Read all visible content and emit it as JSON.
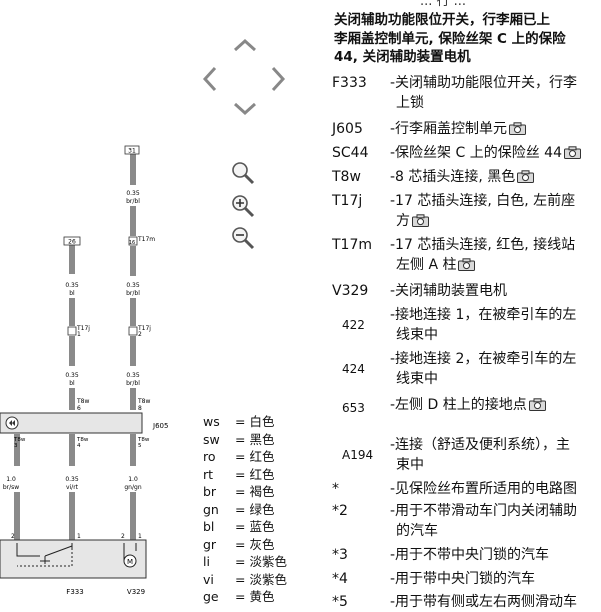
{
  "diagram": {
    "labels": {
      "t31": "31",
      "t26": "26",
      "t17m": "T17m",
      "t17m_pin": "16",
      "w1_size": "0.35",
      "w1_color": "br/bl",
      "w2_size": "0.35",
      "w2_color": "bl",
      "w3_size": "0.35",
      "w3_color": "br/bl",
      "t17j_a": "T17j",
      "t17j_a_pin": "1",
      "t17j_b": "T17j",
      "t17j_b_pin": "2",
      "w4_size": "0.35",
      "w4_color": "bl",
      "w5_size": "0.35",
      "w5_color": "br/bl",
      "t8w_1": "T8w",
      "t8w_1_pin": "6",
      "t8w_2": "T8w",
      "t8w_2_pin": "8",
      "j605": "J605",
      "t8w_3": "T8w",
      "t8w_3_pin": "3",
      "t8w_4": "T8w",
      "t8w_4_pin": "4",
      "t8w_5": "T8w",
      "t8w_5_pin": "5",
      "w6_size": "1.0",
      "w6_color": "br/sw",
      "w7_size": "0.35",
      "w7_color": "vi/rt",
      "w8_size": "1.0",
      "w8_color": "gn/gn",
      "f333": "F333",
      "v329": "V329",
      "p2": "2",
      "p1": "1",
      "p2b": "2",
      "p1b": "1"
    }
  },
  "nav": {
    "up_icon": "chevron-up-icon",
    "left_icon": "chevron-left-icon",
    "right_icon": "chevron-right-icon",
    "down_icon": "chevron-down-icon",
    "zoom_fit_icon": "zoom-icon",
    "zoom_in_icon": "zoom-in-icon",
    "zoom_out_icon": "zoom-out-icon"
  },
  "legend": [
    {
      "code": "ws",
      "name": "= 白色"
    },
    {
      "code": "sw",
      "name": "= 黑色"
    },
    {
      "code": "ro",
      "name": "= 红色"
    },
    {
      "code": "rt",
      "name": "= 红色"
    },
    {
      "code": "br",
      "name": "= 褐色"
    },
    {
      "code": "gn",
      "name": "= 绿色"
    },
    {
      "code": "bl",
      "name": "= 蓝色"
    },
    {
      "code": "gr",
      "name": "= 灰色"
    },
    {
      "code": "li",
      "name": "= 淡紫色"
    },
    {
      "code": "vi",
      "name": "= 淡紫色"
    },
    {
      "code": "ge",
      "name": "= 黄色"
    }
  ],
  "right": {
    "cut_top": "... 行 ...",
    "title_lines": [
      "关闭辅助功能限位开关，行李厢已上",
      "李厢盖控制单元, 保险丝架 C 上的保险",
      "44, 关闭辅助装置电机"
    ],
    "entries": [
      {
        "code": "F333",
        "l1": "-关闭辅助功能限位开关，行李",
        "l2": "上锁",
        "cam": false
      },
      {
        "code": "J605",
        "l1": "-行李厢盖控制单元",
        "l2": "",
        "cam": true
      },
      {
        "code": "SC44",
        "l1": "-保险丝架 C 上的保险丝 44",
        "l2": "",
        "cam": true
      },
      {
        "code": "T8w",
        "l1": "-8 芯插头连接, 黑色",
        "l2": "",
        "cam": true
      },
      {
        "code": "T17j",
        "l1": "-17 芯插头连接, 白色, 左前座",
        "l2": "方",
        "cam": true
      },
      {
        "code": "T17m",
        "l1": "-17 芯插头连接, 红色, 接线站",
        "l2": "左侧 A 柱",
        "cam": true
      },
      {
        "code": "V329",
        "l1": "-关闭辅助装置电机",
        "l2": "",
        "cam": false
      },
      {
        "code": "422",
        "l1": "-接地连接 1，在被牵引车的左",
        "l2": "线束中",
        "cam": false
      },
      {
        "code": "424",
        "l1": "-接地连接 2，在被牵引车的左",
        "l2": "线束中",
        "cam": false
      },
      {
        "code": "653",
        "l1": "-左侧 D 柱上的接地点",
        "l2": "",
        "cam": true
      },
      {
        "code": "A194",
        "l1": "-连接（舒适及便利系统），主",
        "l2": "束中",
        "cam": false
      },
      {
        "code": "*",
        "l1": "-见保险丝布置所适用的电路图",
        "l2": "",
        "cam": false
      },
      {
        "code": "*2",
        "l1": "-用于不带滑动车门内关闭辅助",
        "l2": "的汽车",
        "cam": false
      },
      {
        "code": "*3",
        "l1": "-用于不带中央门锁的汽车",
        "l2": "",
        "cam": false
      },
      {
        "code": "*4",
        "l1": "-用于带中央门锁的汽车",
        "l2": "",
        "cam": false
      },
      {
        "code": "*5",
        "l1": "-用于带有侧或左右两侧滑动车",
        "l2": "",
        "cam": false
      }
    ]
  }
}
